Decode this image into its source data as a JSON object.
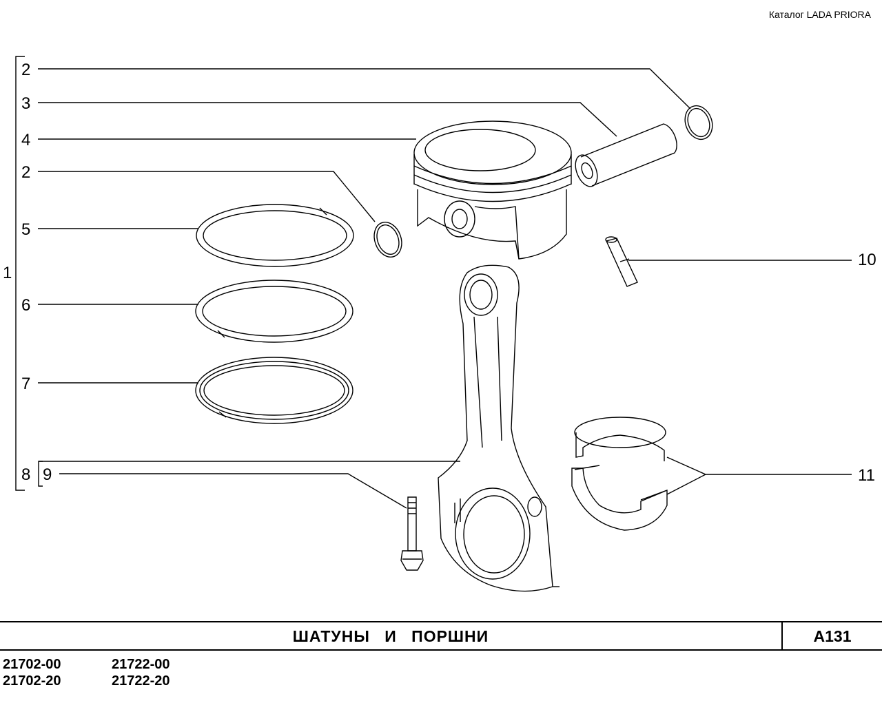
{
  "catalog_label": "Каталог  LADA  PRIORA",
  "title": "ШАТУНЫ И ПОРШНИ",
  "sheet_code": "А131",
  "models": [
    "21702-00",
    "21702-20",
    "21722-00",
    "21722-20"
  ],
  "callouts": {
    "group": "1",
    "lock_ring_top": "2",
    "piston_pin": "3",
    "piston": "4",
    "lock_ring_mid": "2",
    "ring_top": "5",
    "ring_second": "6",
    "ring_oil": "7",
    "conrod": "8",
    "conrod_bolt": "9",
    "sleeve": "10",
    "bearings": "11"
  }
}
